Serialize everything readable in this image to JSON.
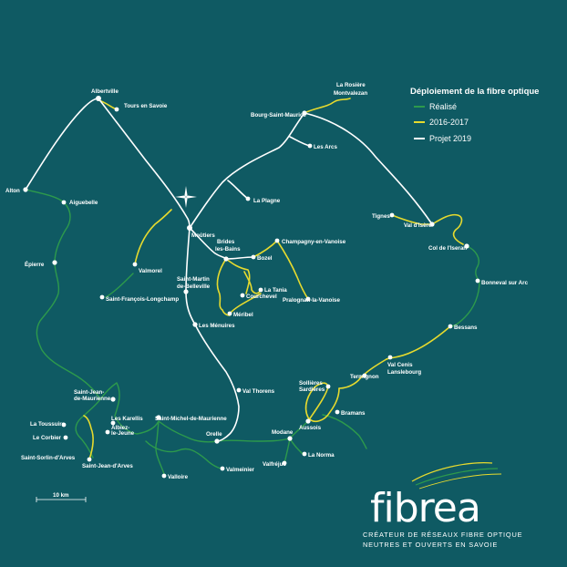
{
  "colors": {
    "background": "#0f5a63",
    "realise": "#2d9a4c",
    "y2016": "#e6da2e",
    "y2019": "#ffffff"
  },
  "legend": {
    "title": "Déploiement de la fibre optique",
    "items": [
      "Réalisé",
      "2016-2017",
      "Projet 2019"
    ]
  },
  "scale_label": "10 km",
  "brand": {
    "name": "fibrea",
    "tagline1": "CRÉATEUR DE RÉSEAUX FIBRE OPTIQUE",
    "tagline2": "NEUTRES ET OUVERTS EN SAVOIE"
  },
  "places": [
    "Albertville",
    "Tours en Savoie",
    "Alton",
    "Aiguebelle",
    "Épierre",
    "Moûtiers",
    "La Plagne",
    "Bourg-Saint-Maurice",
    "La Rosière",
    "Montvalezan",
    "Les Arcs",
    "Brides",
    "les-Bains",
    "Bozel",
    "Champagny-en-Vanoise",
    "La Tania",
    "Courchevel",
    "Pralognan-la-Vanoise",
    "Méribel",
    "Saint-Martin",
    "de-Belleville",
    "Valmorel",
    "Saint-François-Longchamp",
    "Les Ménuires",
    "Val Thorens",
    "Tignes",
    "Val d'Isère",
    "Col de l'Iseran",
    "Bonneval sur Arc",
    "Bessans",
    "Val Cenis",
    "Lanslebourg",
    "Termignon",
    "Sollières",
    "Sardières",
    "Bramans",
    "Aussois",
    "Modane",
    "La Norma",
    "Valfréjus",
    "Orelle",
    "Saint-Michel-de-Maurienne",
    "Valmeinier",
    "Valloire",
    "Les Karellis",
    "Albiez-",
    "le-Jeune",
    "Saint-Jean-",
    "de-Maurienne",
    "La Toussuire",
    "Le Corbier",
    "Saint-Sorlin-d'Arves",
    "Saint-Jean-d'Arves"
  ]
}
